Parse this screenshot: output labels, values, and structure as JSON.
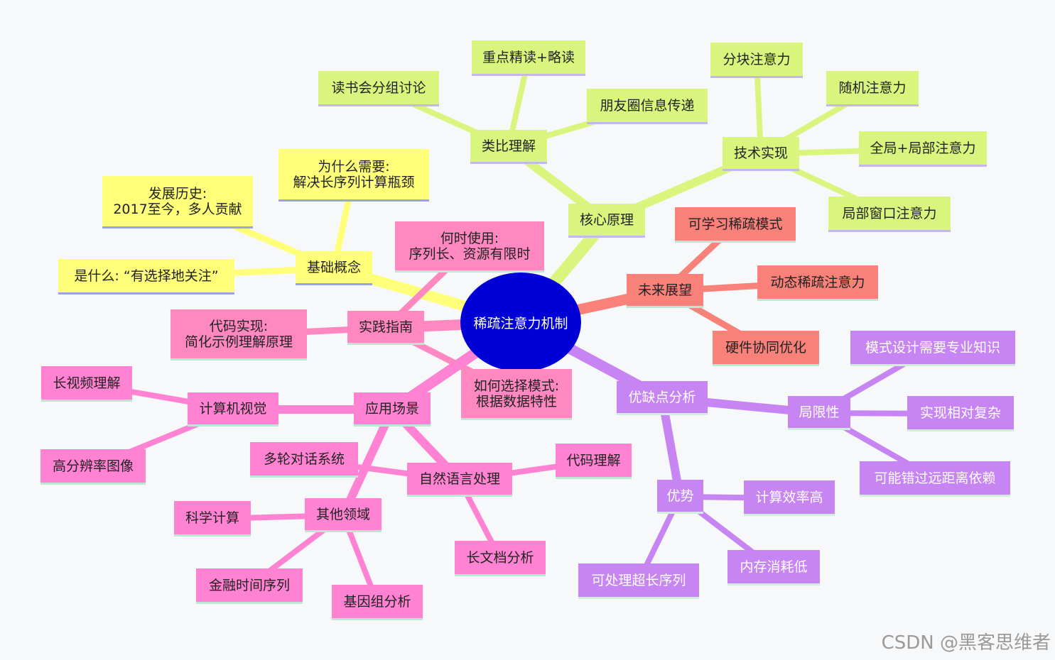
{
  "root": "稀疏注意力机制",
  "watermark": "CSDN @黑客思维者",
  "colors": {
    "yellow": "#ffff7a",
    "green": "#d9f57e",
    "red": "#f88179",
    "pink": "#ff83d2",
    "pink_light": "#ff88c0",
    "violet": "#c785f3",
    "root": "#0000d6"
  },
  "branches": {
    "basic": {
      "label": "基础概念",
      "children": [
        "发展历史:\n2017至今，多人贡献",
        "为什么需要:\n解决长序列计算瓶颈",
        "是什么: “有选择地关注”"
      ]
    },
    "core": {
      "label": "核心原理",
      "analogy": {
        "label": "类比理解",
        "children": [
          "读书会分组讨论",
          "重点精读+略读",
          "朋友圈信息传递"
        ]
      },
      "tech": {
        "label": "技术实现",
        "children": [
          "分块注意力",
          "随机注意力",
          "全局+局部注意力",
          "局部窗口注意力"
        ]
      }
    },
    "future": {
      "label": "未来展望",
      "children": [
        "可学习稀疏模式",
        "动态稀疏注意力",
        "硬件协同优化"
      ]
    },
    "practice": {
      "label": "实践指南",
      "children": [
        "何时使用:\n序列长、资源有限时",
        "代码实现:\n简化示例理解原理",
        "如何选择模式:\n根据数据特性"
      ]
    },
    "apps": {
      "label": "应用场景",
      "cv": {
        "label": "计算机视觉",
        "children": [
          "长视频理解",
          "高分辨率图像"
        ]
      },
      "nlp": {
        "label": "自然语言处理",
        "children": [
          "多轮对话系统",
          "代码理解",
          "长文档分析"
        ]
      },
      "other": {
        "label": "其他领域",
        "children": [
          "科学计算",
          "金融时间序列",
          "基因组分析"
        ]
      }
    },
    "proscons": {
      "label": "优缺点分析",
      "limits": {
        "label": "局限性",
        "children": [
          "模式设计需要专业知识",
          "实现相对复杂",
          "可能错过远距离依赖"
        ]
      },
      "pros": {
        "label": "优势",
        "children": [
          "计算效率高",
          "内存消耗低",
          "可处理超长序列"
        ]
      }
    }
  }
}
